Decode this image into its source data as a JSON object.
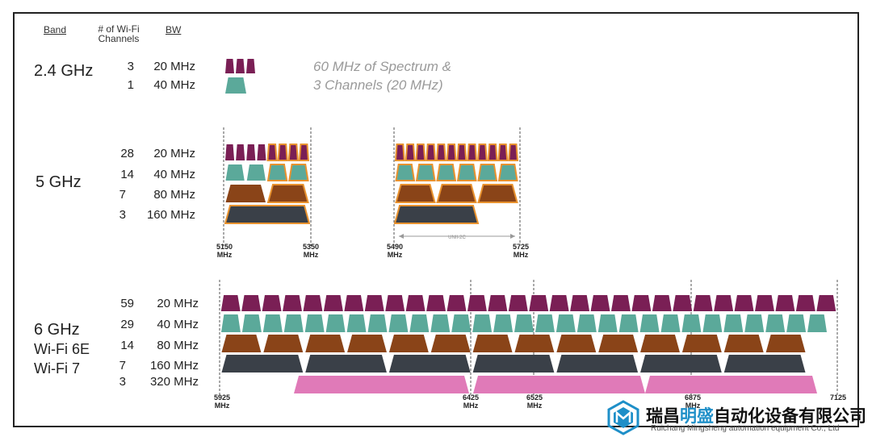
{
  "headers": {
    "band": "Band",
    "channels": "# of Wi-Fi Channels",
    "bw": "BW"
  },
  "bands": [
    {
      "name": "2.4 GHz",
      "rows": [
        {
          "count": "3",
          "bw": "20 MHz"
        },
        {
          "count": "1",
          "bw": "40 MHz"
        }
      ]
    },
    {
      "name": "5 GHz",
      "rows": [
        {
          "count": "28",
          "bw": "20 MHz"
        },
        {
          "count": "14",
          "bw": "40 MHz"
        },
        {
          "count": "7",
          "bw": "80 MHz"
        },
        {
          "count": "3",
          "bw": "160 MHz"
        }
      ]
    },
    {
      "name": "6 GHz",
      "sub": [
        "Wi-Fi 6E",
        "Wi-Fi 7"
      ],
      "rows": [
        {
          "count": "59",
          "bw": "20 MHz"
        },
        {
          "count": "29",
          "bw": "40 MHz"
        },
        {
          "count": "14",
          "bw": "80 MHz"
        },
        {
          "count": "7",
          "bw": "160 MHz"
        },
        {
          "count": "3",
          "bw": "320 MHz"
        }
      ]
    }
  ],
  "note_24": [
    "60 MHz of Spectrum &",
    "3 Channels (20 MHz)"
  ],
  "markers_5": [
    {
      "freq": "5150",
      "unit": "MHz"
    },
    {
      "freq": "5350",
      "unit": "MHz"
    },
    {
      "freq": "5490",
      "unit": "MHz"
    },
    {
      "freq": "5725",
      "unit": "MHz"
    }
  ],
  "unii2c_label": "UNII-2C",
  "markers_6": [
    {
      "freq": "5925",
      "unit": "MHz"
    },
    {
      "freq": "6425",
      "unit": "MHz"
    },
    {
      "freq": "6525",
      "unit": "MHz"
    },
    {
      "freq": "6875",
      "unit": "MHz"
    },
    {
      "freq": "7125",
      "unit": ""
    }
  ],
  "colors": {
    "c20": "#7a1f55",
    "c40": "#5ba99a",
    "c80": "#8a4418",
    "c160": "#3a4048",
    "c320": "#e07ab8",
    "outline": "#e8922f"
  },
  "watermark": {
    "cn_pre": "瑞昌",
    "cn_hl": "明盛",
    "cn_post": "自动化设备有限公司",
    "en": "Ruichang Mingsheng automation equipment Co., Ltd"
  }
}
